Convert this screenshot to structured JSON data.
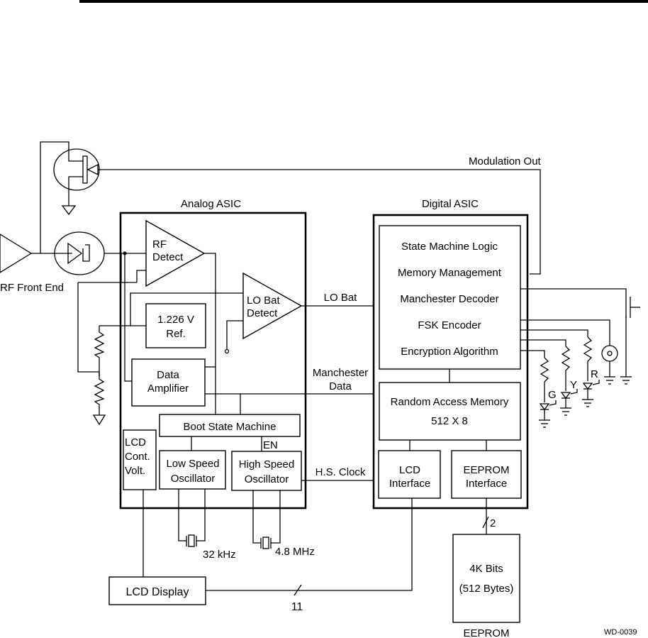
{
  "diagram": {
    "figure_id": "WD-0039",
    "rf_front_end": {
      "label": "RF Front End"
    },
    "modulation_out": {
      "label": "Modulation Out"
    },
    "analog_asic": {
      "title": "Analog ASIC",
      "rf_detect": [
        "RF",
        "Detect"
      ],
      "lo_bat_detect": [
        "LO Bat",
        "Detect"
      ],
      "reference": [
        "1.226 V",
        "Ref."
      ],
      "data_amplifier": [
        "Data",
        "Amplifier"
      ],
      "boot_state_machine": "Boot State Machine",
      "enable_label": "EN",
      "lcd_cont_volt": [
        "LCD",
        "Cont.",
        "Volt."
      ],
      "low_speed_oscillator": [
        "Low Speed",
        "Oscillator"
      ],
      "high_speed_oscillator": [
        "High Speed",
        "Oscillator"
      ]
    },
    "signals": {
      "lo_bat": "LO Bat",
      "manchester_data": [
        "Manchester",
        "Data"
      ],
      "hs_clock": "H.S. Clock",
      "lcd_bus_width": "11",
      "eeprom_bus_width": "2"
    },
    "crystals": {
      "low": "32 kHz",
      "high": "4.8 MHz"
    },
    "digital_asic": {
      "title": "Digital ASIC",
      "logic_functions": [
        "State Machine Logic",
        "Memory Management",
        "Manchester Decoder",
        "FSK Encoder",
        "Encryption Algorithm"
      ],
      "ram": [
        "Random Access Memory",
        "512 X 8"
      ],
      "lcd_interface": [
        "LCD",
        "Interface"
      ],
      "eeprom_interface": [
        "EEPROM",
        "Interface"
      ]
    },
    "leds": {
      "green": "G",
      "yellow": "Y",
      "red": "R"
    },
    "lcd_display": {
      "label": "LCD Display"
    },
    "eeprom": {
      "title": "EEPROM",
      "contents": [
        "4K Bits",
        "(512 Bytes)"
      ]
    }
  }
}
